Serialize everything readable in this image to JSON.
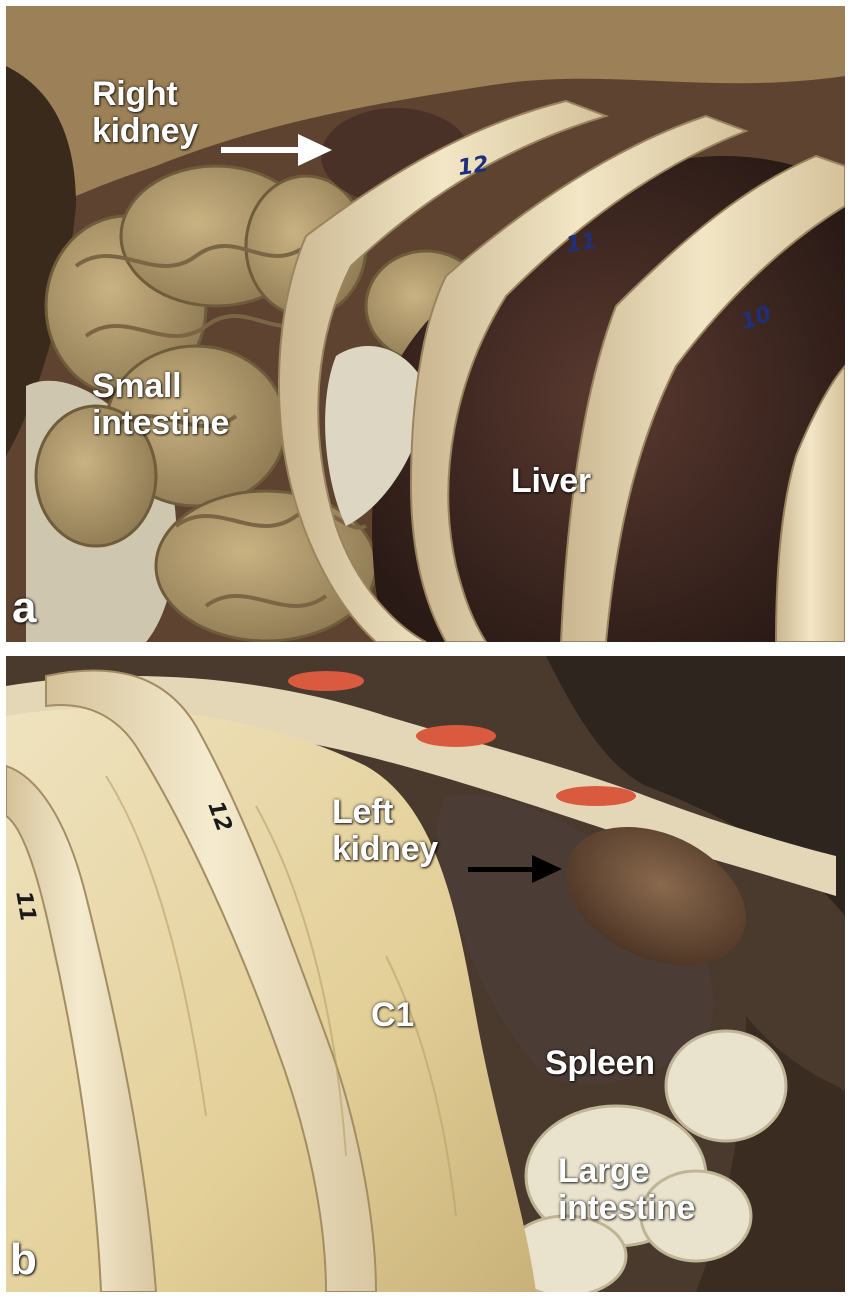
{
  "panel_a": {
    "letter": "a",
    "labels": {
      "right_kidney_line1": "Right",
      "right_kidney_line2": "kidney",
      "small_intestine_line1": "Small",
      "small_intestine_line2": "intestine",
      "liver": "Liver"
    },
    "rib_numbers": {
      "r12": "12",
      "r11": "11",
      "r10": "10"
    }
  },
  "panel_b": {
    "letter": "b",
    "labels": {
      "left_kidney_line1": "Left",
      "left_kidney_line2": "kidney",
      "c1": "C1",
      "spleen": "Spleen",
      "large_intestine_line1": "Large",
      "large_intestine_line2": "intestine"
    },
    "rib_numbers": {
      "r12": "12",
      "r11": "11"
    }
  },
  "colors": {
    "arrow_a": "#ffffff",
    "arrow_b": "#000000",
    "rib_number_ink": "#1f2f7a"
  }
}
